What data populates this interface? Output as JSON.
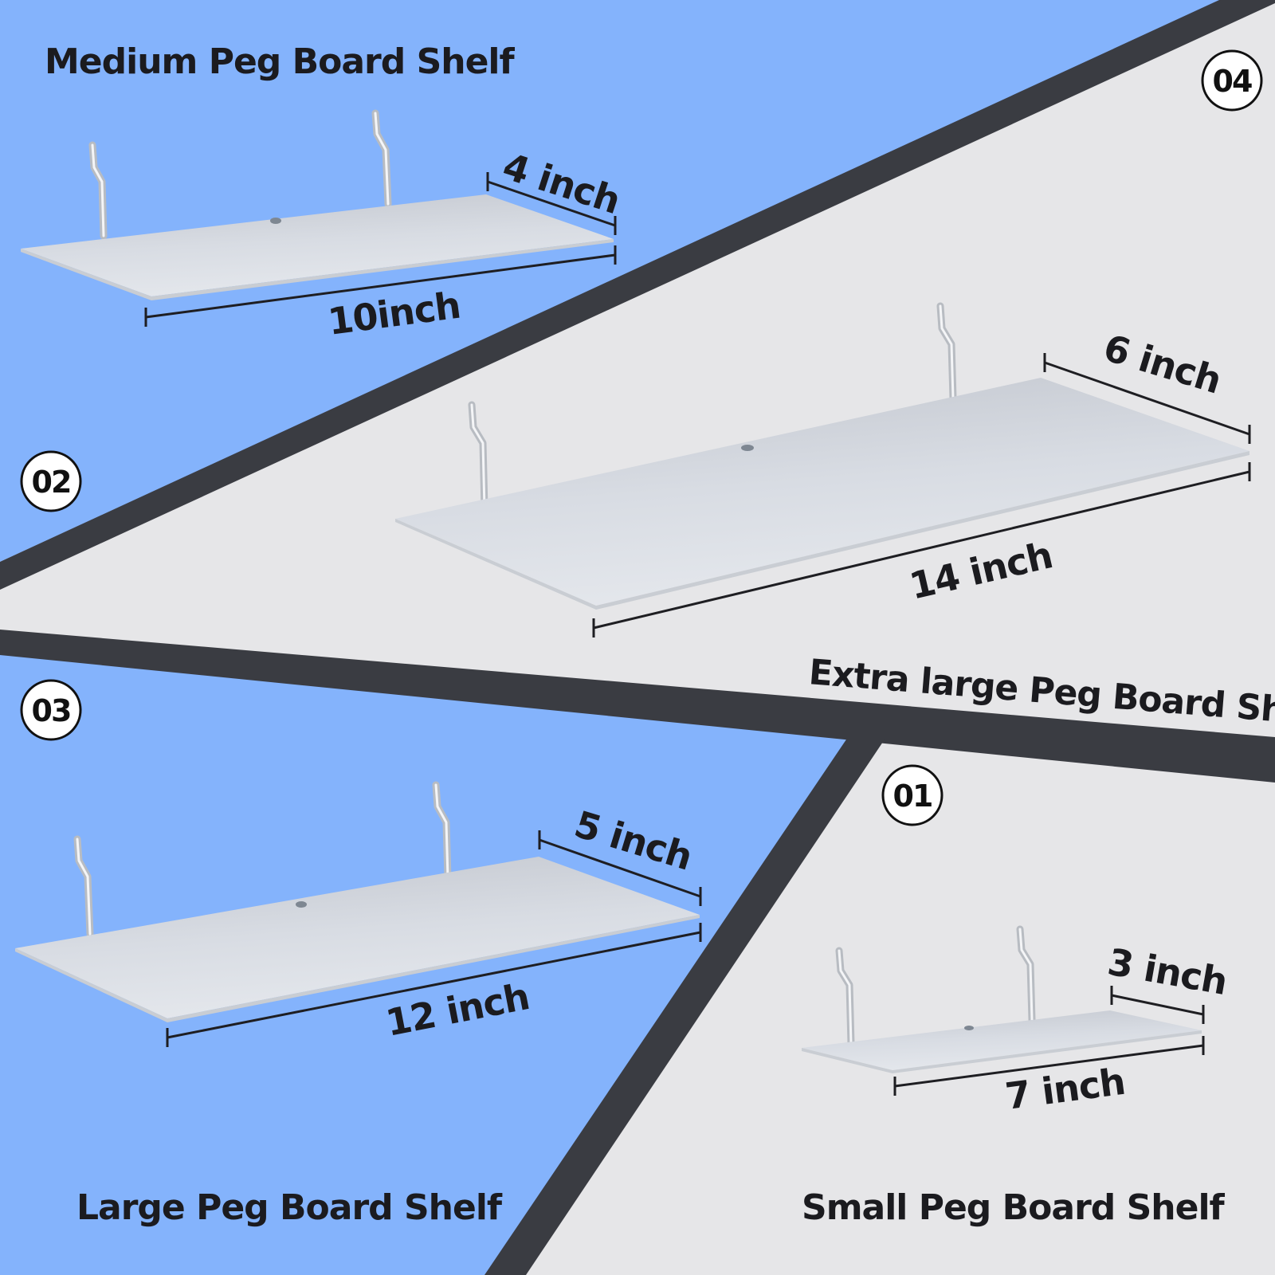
{
  "colors": {
    "blue_panel": "#84B3FC",
    "grey_panel": "#E6E6E8",
    "divider": "#3A3C42",
    "text": "#1B1B1F"
  },
  "shelves": {
    "medium": {
      "badge": "02",
      "title": "Medium Peg Board Shelf",
      "depth": "4 inch",
      "width": "10inch"
    },
    "extra_large": {
      "badge": "04",
      "title": "Extra large  Peg Board Shelf",
      "depth": "6 inch",
      "width": "14 inch"
    },
    "large": {
      "badge": "03",
      "title": "Large Peg Board Shelf",
      "depth": "5 inch",
      "width": "12 inch"
    },
    "small": {
      "badge": "01",
      "title": "Small Peg Board Shelf",
      "depth": "3 inch",
      "width": "7 inch"
    }
  }
}
